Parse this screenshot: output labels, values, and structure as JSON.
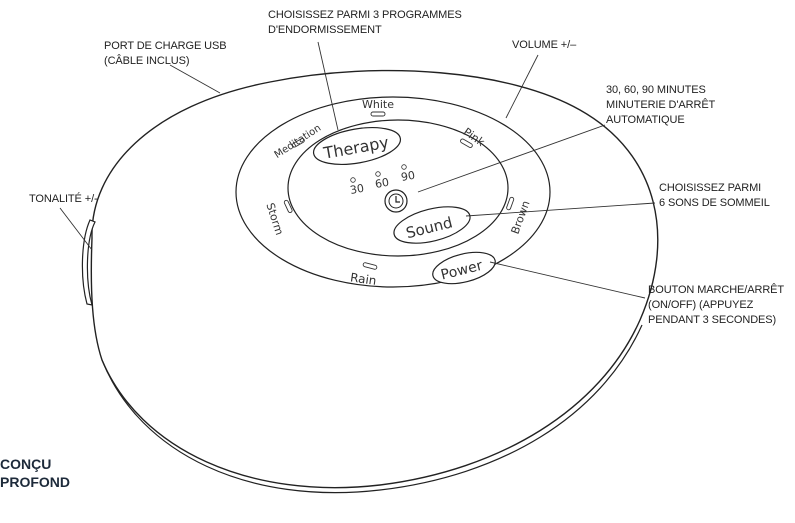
{
  "callouts": {
    "usb": [
      "PORT DE CHARGE USB",
      "(CÂBLE INCLUS)"
    ],
    "programs": [
      "CHOISISSEZ PARMI 3 PROGRAMMES",
      "D'ENDORMISSEMENT"
    ],
    "volume": [
      "VOLUME +/–"
    ],
    "timer": [
      "30, 60, 90 MINUTES",
      "MINUTERIE D'ARRÊT",
      "AUTOMATIQUE"
    ],
    "tone": [
      "TONALITÉ +/-"
    ],
    "sounds": [
      "CHOISISSEZ PARMI",
      "6 SONS DE SOMMEIL"
    ],
    "power": [
      "BOUTON MARCHE/ARRÊT",
      "(ON/OFF) (APPUYEZ",
      "PENDANT 3 SECONDES)"
    ]
  },
  "device": {
    "sounds": {
      "white": "White",
      "pink": "Pink",
      "brown": "Brown",
      "rain": "Rain",
      "storm": "Storm",
      "meditation": "Meditation"
    },
    "buttons": {
      "therapy": "Therapy",
      "sound": "Sound",
      "power": "Power"
    },
    "timer_values": [
      "30",
      "60",
      "90"
    ],
    "clock_icon": "clock-icon"
  },
  "tagline": [
    "CONÇU",
    "PROFOND"
  ]
}
